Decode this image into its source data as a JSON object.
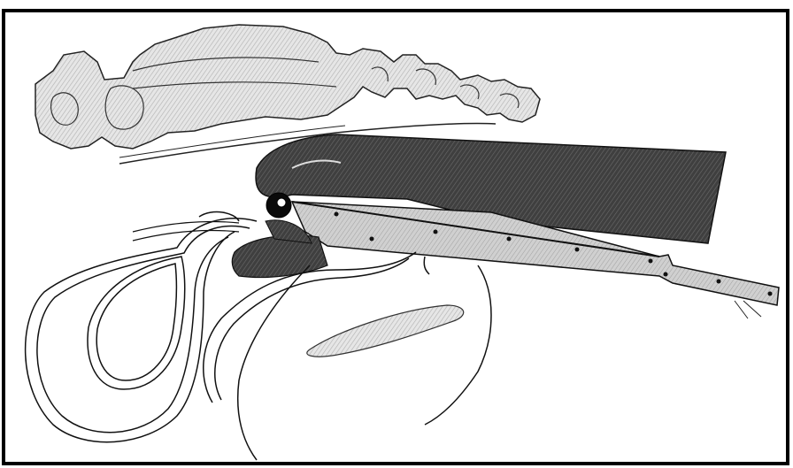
{
  "figure": {
    "caption": "",
    "colors": {
      "background": "#ffffff",
      "border": "#000000",
      "bone_fill": "#d8d8d8",
      "tube_fill": "#3a3a3a",
      "instrument_fill": "#c8c8c8",
      "outline": "#111111",
      "hatch": "#9a9a9a"
    },
    "parts": [
      {
        "id": "vertebrae",
        "icon": "bone-shape"
      },
      {
        "id": "tube",
        "icon": "dark-hatched-shape"
      },
      {
        "id": "laryngoscope-blade",
        "icon": "ruler-shape"
      },
      {
        "id": "tongue",
        "icon": "outline-loop"
      },
      {
        "id": "bolus",
        "icon": "grey-fill"
      }
    ]
  }
}
